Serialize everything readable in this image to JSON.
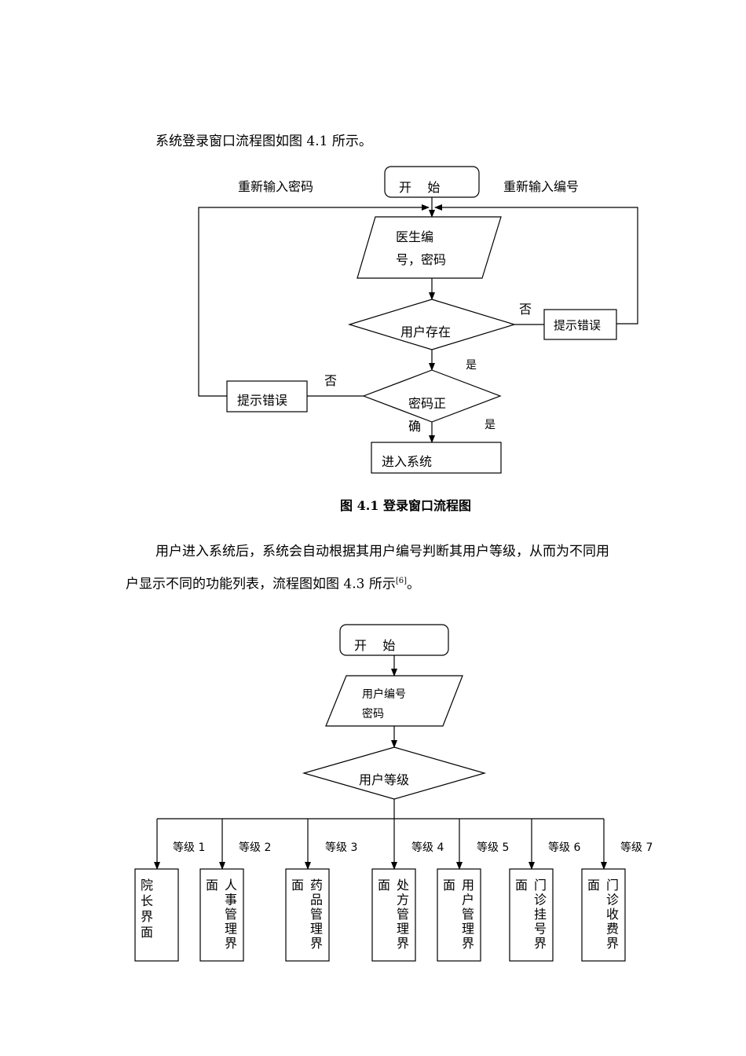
{
  "doc": {
    "intro1": "系统登录窗口流程图如图 4.1 所示。",
    "figure1_caption": "图 4.1  登录窗口流程图",
    "para2_line1": "用户进入系统后，系统会自动根据其用户编号判断其用户等级，从而为不同用",
    "para2_line2": "户显示不同的功能列表，流程图如图 4.3 所示",
    "para2_ref": "[6]",
    "para2_end": "。"
  },
  "flow1": {
    "start": "开    始",
    "reinput_pwd": "重新输入密码",
    "reinput_id": "重新输入编号",
    "input_line1": "医生编",
    "input_line2": "号，密码",
    "decision_user": "用户存在",
    "no_label_1": "否",
    "error_right": "提示错误",
    "yes_label_1": "是",
    "no_label_2": "否",
    "error_left": "提示错误",
    "decision_pwd_line1": "密码正",
    "decision_pwd_line2": "确",
    "yes_label_2": "是",
    "enter": "进入系统"
  },
  "flow2": {
    "start": "开    始",
    "input_line1": "用户编号",
    "input_line2": "密码",
    "decision": "用户等级",
    "levels": [
      "等级 1",
      "等级 2",
      "等级 3",
      "等级 4",
      "等级 5",
      "等级 6",
      "等级 7"
    ],
    "boxes": [
      {
        "side": "",
        "vert": "院长界面"
      },
      {
        "side": "面",
        "vert": "人事管理界"
      },
      {
        "side": "面",
        "vert": "药品管理界"
      },
      {
        "side": "面",
        "vert": "处方管理界"
      },
      {
        "side": "面",
        "vert": "用户管理界"
      },
      {
        "side": "面",
        "vert": "门诊挂号界"
      },
      {
        "side": "面",
        "vert": "门诊收费界"
      }
    ]
  }
}
